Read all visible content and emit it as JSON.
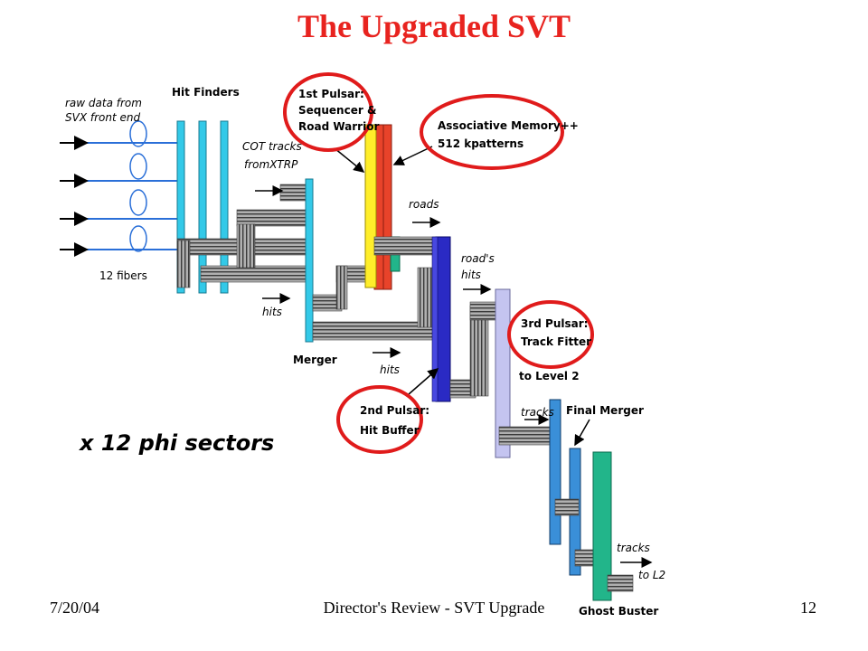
{
  "slide": {
    "title": "The Upgraded SVT",
    "footer_date": "7/20/04",
    "footer_center": "Director's Review - SVT Upgrade",
    "page_number": "12"
  },
  "diagram": {
    "input_label_line1": "raw data from",
    "input_label_line2": "SVX front end",
    "hit_finders": "Hit Finders",
    "fibers": "12 fibers",
    "cot_line1": "COT tracks",
    "cot_line2": "fromXTRP",
    "hits": "hits",
    "merger": "Merger",
    "roads": "roads",
    "roads_hits_line1": "road's",
    "roads_hits_line2": "hits",
    "to_level2": "to Level 2",
    "tracks": "tracks",
    "final_merger": "Final Merger",
    "ghost_buster": "Ghost Buster",
    "tracks_to_l2_line1": "tracks",
    "tracks_to_l2_line2": "to L2",
    "phi_sectors": "x 12 phi sectors",
    "pulsar1_line1": "1st Pulsar:",
    "pulsar1_line2": "Sequencer &",
    "pulsar1_line3": "Road Warrior",
    "am_line1": "Associative Memory++",
    "am_line2": "512 kpatterns",
    "pulsar3_line1": "3rd Pulsar:",
    "pulsar3_line2": "Track Fitter",
    "pulsar2_line1": "2nd Pulsar:",
    "pulsar2_line2": "Hit Buffer"
  },
  "colors": {
    "title": "#e8231f",
    "highlight_circle": "#e01b1b",
    "hit_finder_board": "#33c9e8",
    "sequencer_board": "#ffee2a",
    "road_warrior_board": "#e8432a",
    "hit_buffer_board": "#2a2ac4",
    "track_fitter_board": "#c4c4f0",
    "final_merger_board": "#3a8fd8",
    "ghost_buster_board": "#22b58a",
    "cable": "#9a9a9a"
  }
}
